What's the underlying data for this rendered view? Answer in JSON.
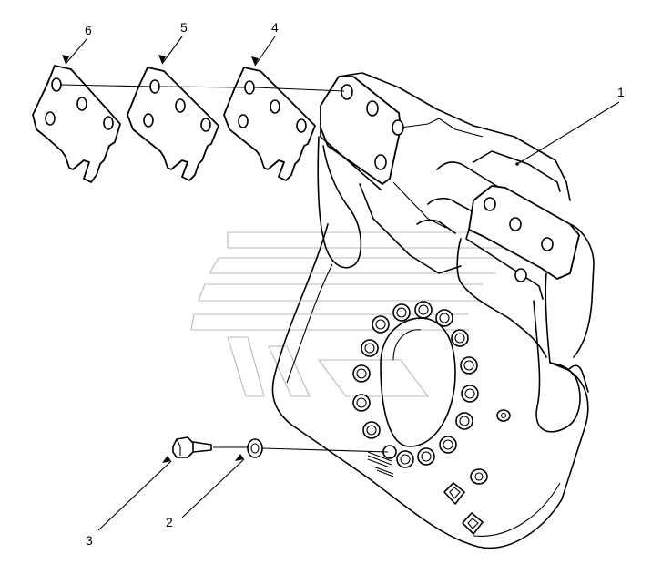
{
  "callouts": {
    "c1": "1",
    "c2": "2",
    "c3": "3",
    "c4": "4",
    "c5": "5",
    "c6": "6"
  },
  "colors": {
    "line": "#000000",
    "background": "#ffffff",
    "watermark": "#b9b9b9"
  },
  "icons": {
    "watermark": "stylized-logo-watermark"
  }
}
